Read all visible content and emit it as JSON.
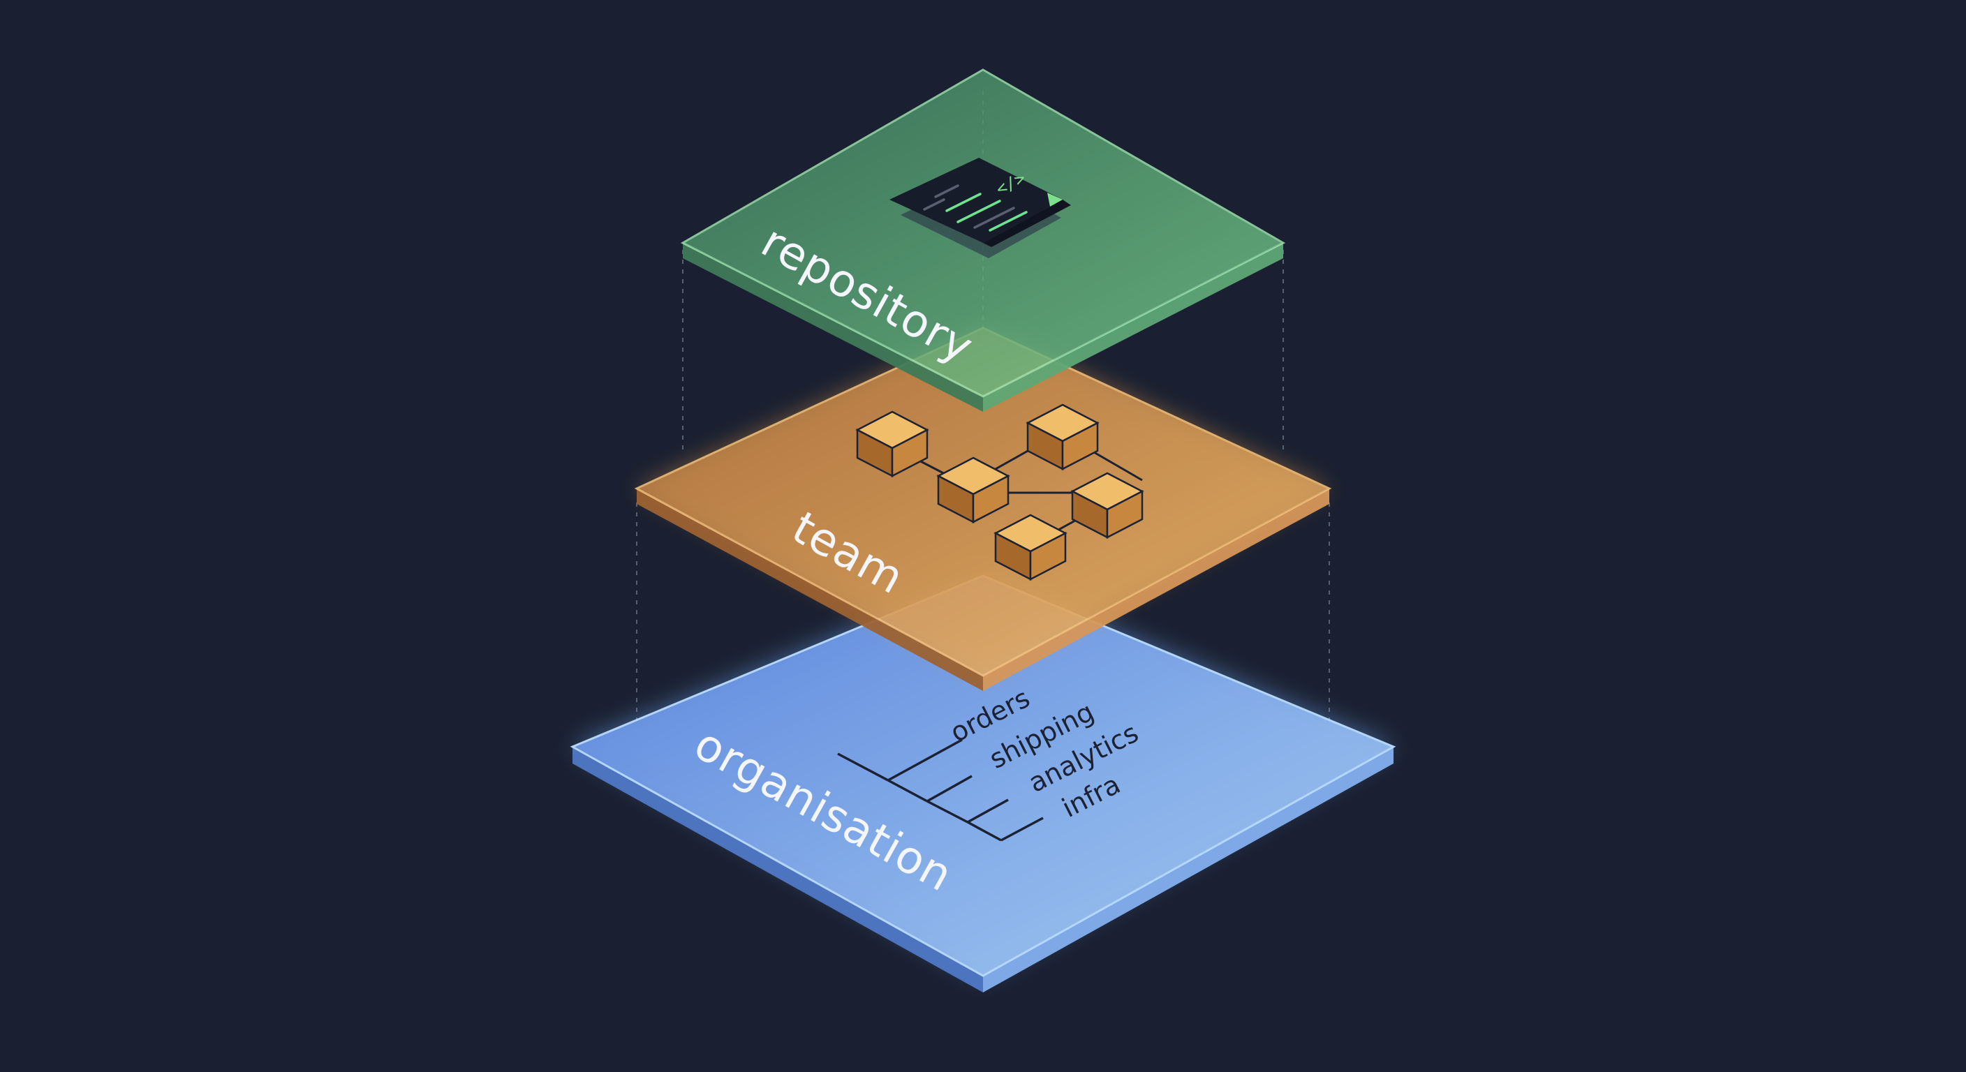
{
  "colors": {
    "background": "#1a2031",
    "organisation": "#6d9ee8",
    "team": "#d99a4e",
    "repository": "#5aa873",
    "box": "#e0a84e"
  },
  "layers": {
    "organisation": {
      "label": "organisation",
      "icon": "tree-icon"
    },
    "team": {
      "label": "team",
      "icon": "graph-icon"
    },
    "repository": {
      "label": "repository",
      "icon": "code-file-icon"
    }
  },
  "tree": {
    "items": [
      "orders",
      "shipping",
      "analytics",
      "infra"
    ]
  },
  "code_file": {
    "tag": "</>"
  }
}
